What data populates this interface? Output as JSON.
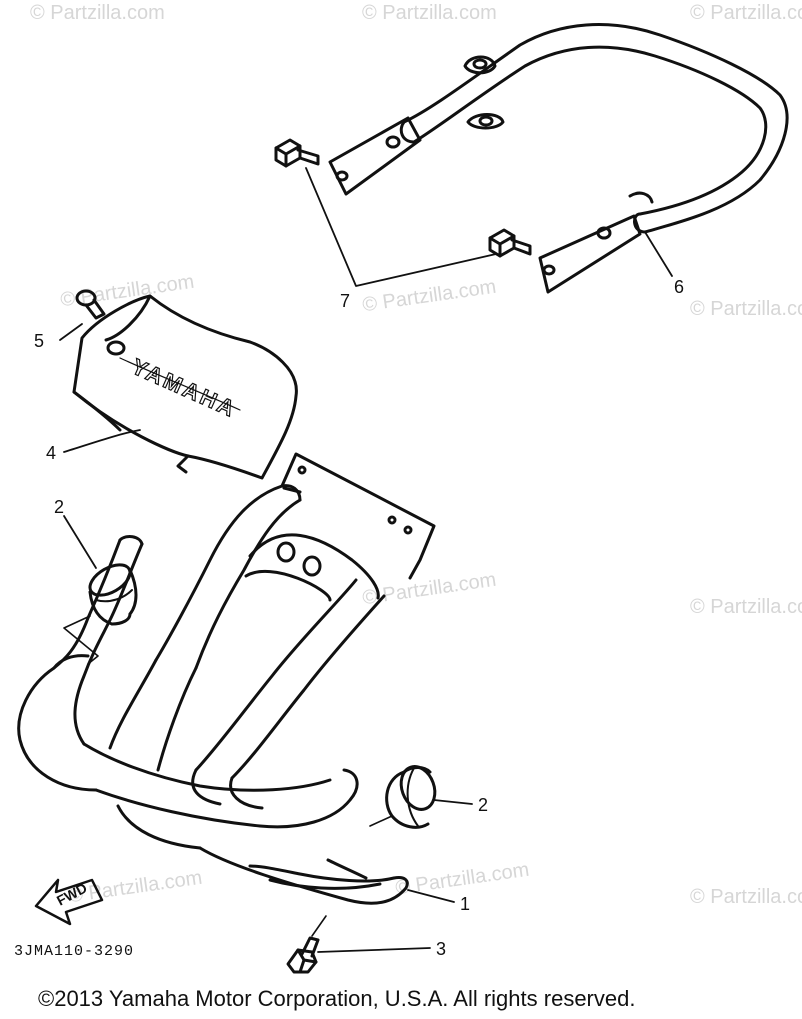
{
  "watermark": "© Partzilla.com",
  "callouts": {
    "c1": "1",
    "c2a": "2",
    "c2b": "2",
    "c3": "3",
    "c4": "4",
    "c5": "5",
    "c6": "6",
    "c7": "7"
  },
  "cover_text": "YAMAHA",
  "fwd_label": "FWD",
  "diagram_code": "3JMA110-3290",
  "copyright": "©2013 Yamaha Motor Corporation, U.S.A. All rights reserved.",
  "colors": {
    "ink": "#111111",
    "watermark": "#d6d6d6",
    "background": "#ffffff"
  }
}
